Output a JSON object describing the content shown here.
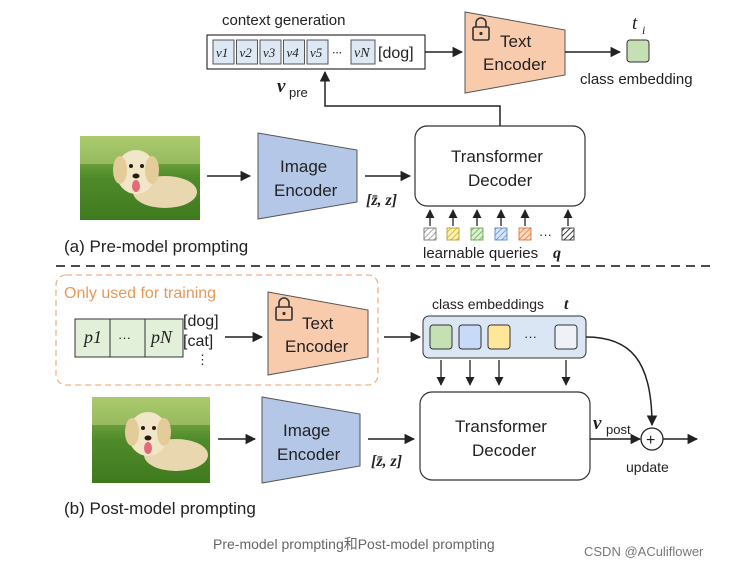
{
  "top": {
    "context_label": "context generation",
    "context_tokens": [
      "v1",
      "v2",
      "v3",
      "v4",
      "v5"
    ],
    "context_ellipsis": "···",
    "context_last": "vN",
    "class_token": "[dog]",
    "text_encoder": [
      "Text",
      "Encoder"
    ],
    "ti_label": "t",
    "ti_sub": "i",
    "class_embedding_label": "class embedding",
    "vpre": "v",
    "vpre_sub": "pre",
    "image_encoder": [
      "Image",
      "Encoder"
    ],
    "zz_label": "[z̄, z]",
    "transformer": [
      "Transformer",
      "Decoder"
    ],
    "queries_label": "learnable queries",
    "queries_symbol": "q",
    "queries_ellipsis": "···",
    "section_caption": "(a) Pre-model prompting"
  },
  "bottom": {
    "training_label": "Only used for training",
    "prompt_tokens": [
      "p1",
      "···",
      "pN"
    ],
    "class_list": [
      "[dog]",
      "[cat]",
      "⋮"
    ],
    "text_encoder": [
      "Text",
      "Encoder"
    ],
    "class_embeddings_label": "class embeddings",
    "class_embeddings_symbol": "t",
    "embeddings_ellipsis": "···",
    "image_encoder": [
      "Image",
      "Encoder"
    ],
    "zz_label": "[z̄, z]",
    "transformer": [
      "Transformer",
      "Decoder"
    ],
    "vpost": "v",
    "vpost_sub": "post",
    "plus": "+",
    "update_label": "update",
    "section_caption": "(b) Post-model prompting"
  },
  "figure_caption": "Pre-model prompting和Post-model prompting",
  "watermark": "CSDN @ACuliflower",
  "colors": {
    "image_encoder": "#b4c7e7",
    "text_encoder": "#f8cbad",
    "emb_green": "#c5e0b4",
    "emb_blue": "#c9daf8",
    "emb_yellow": "#ffe699",
    "emb_gray": "#e7ebf0",
    "training_border": "#f4b183",
    "training_text": "#e69a5a"
  }
}
